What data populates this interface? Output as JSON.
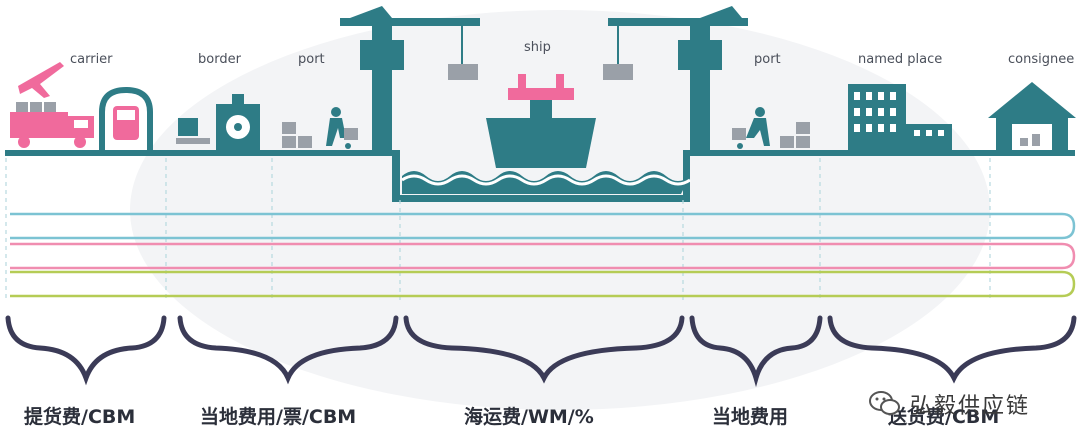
{
  "stages": {
    "carrier": "carrier",
    "border": "border",
    "port_origin": "port",
    "ship": "ship",
    "port_destination": "port",
    "named_place": "named place",
    "consignee": "consignee"
  },
  "costs": {
    "pickup": "提货费/CBM",
    "origin_local": "当地费用/票/CBM",
    "ocean_freight": "海运费/WM/%",
    "destination_local": "当地费用",
    "delivery": "送货费/CBM"
  },
  "watermark": {
    "text": "弘毅供应链"
  },
  "colors": {
    "teal": "#2e7c86",
    "pink": "#f06a9c",
    "blue_line": "#7cc3d3",
    "pink_line": "#f08db0",
    "green_line": "#b5cc55",
    "brace": "#3b3b57"
  }
}
